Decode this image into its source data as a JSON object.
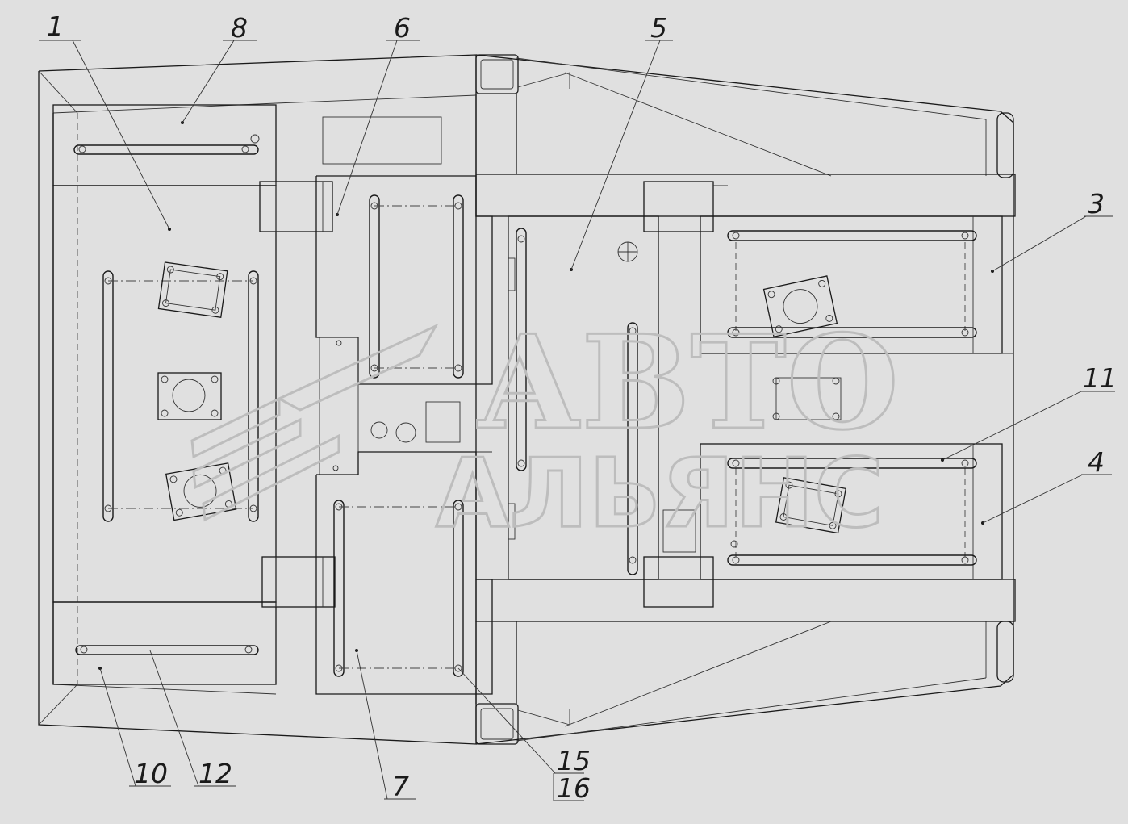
{
  "callouts": [
    {
      "id": "1",
      "label": "1"
    },
    {
      "id": "8",
      "label": "8"
    },
    {
      "id": "6",
      "label": "6"
    },
    {
      "id": "5",
      "label": "5"
    },
    {
      "id": "3",
      "label": "3"
    },
    {
      "id": "11",
      "label": "11"
    },
    {
      "id": "4",
      "label": "4"
    },
    {
      "id": "10",
      "label": "10"
    },
    {
      "id": "12",
      "label": "12"
    },
    {
      "id": "7",
      "label": "7"
    },
    {
      "id": "15",
      "label": "15"
    },
    {
      "id": "16",
      "label": "16"
    }
  ],
  "watermark": {
    "line1": "АВТО",
    "line2": "АЛЬЯНС"
  }
}
